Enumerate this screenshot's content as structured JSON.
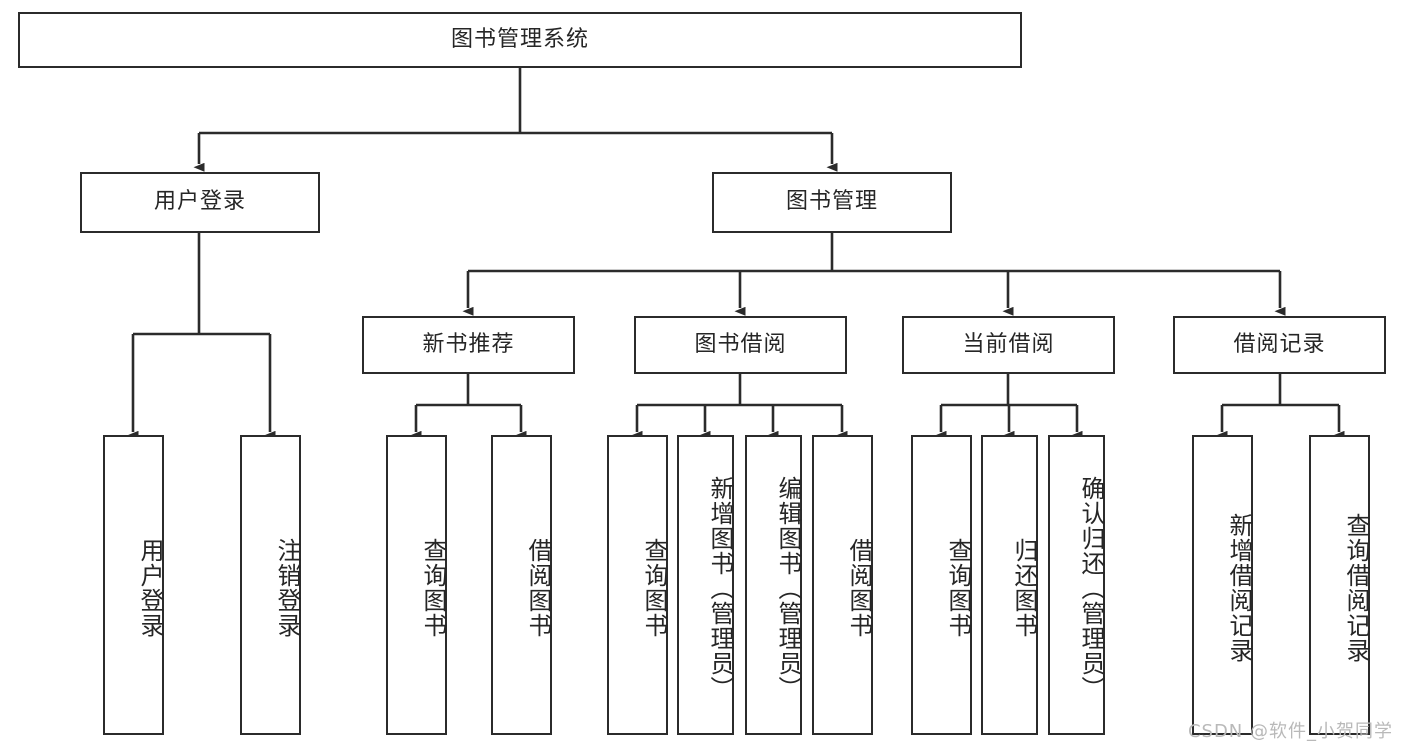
{
  "diagram": {
    "type": "tree",
    "title": "图书管理系统",
    "root": {
      "label": "图书管理系统"
    },
    "level2": [
      {
        "label": "用户登录"
      },
      {
        "label": "图书管理"
      }
    ],
    "level3": [
      {
        "label": "新书推荐"
      },
      {
        "label": "图书借阅"
      },
      {
        "label": "当前借阅"
      },
      {
        "label": "借阅记录"
      }
    ],
    "leaves": {
      "user_login": [
        {
          "label": "用户登录"
        },
        {
          "label": "注销登录"
        }
      ],
      "new_book": [
        {
          "label": "查询图书"
        },
        {
          "label": "借阅图书"
        }
      ],
      "book_borrow": [
        {
          "label": "查询图书"
        },
        {
          "label": "新增图书（管理员）"
        },
        {
          "label": "编辑图书（管理员）"
        },
        {
          "label": "借阅图书"
        }
      ],
      "current_borrow": [
        {
          "label": "查询图书"
        },
        {
          "label": "归还图书"
        },
        {
          "label": "确认归还（管理员）"
        }
      ],
      "borrow_record": [
        {
          "label": "新增借阅记录"
        },
        {
          "label": "查询借阅记录"
        }
      ]
    }
  },
  "watermark": {
    "text": "CSDN @软件_小贺同学"
  },
  "colors": {
    "border": "#2b2b2b",
    "text": "#262626",
    "background": "#ffffff",
    "watermark": "#b9b9b9"
  }
}
